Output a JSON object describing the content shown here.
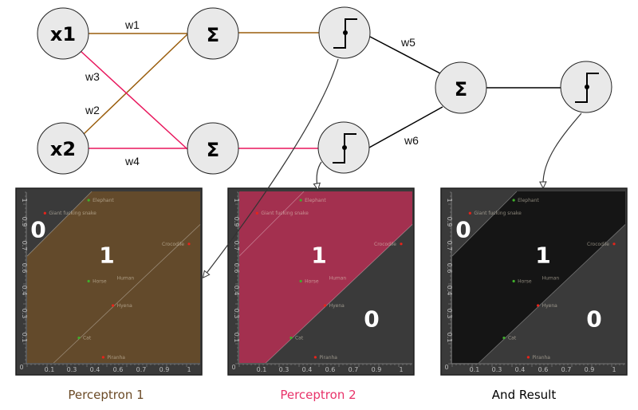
{
  "network": {
    "inputs": [
      "x1",
      "x2"
    ],
    "sum_symbol": "Σ",
    "weights": [
      "w1",
      "w2",
      "w3",
      "w4",
      "w5",
      "w6"
    ],
    "colors": {
      "perceptron1": "#9a5d0c",
      "perceptron2": "#e8175d",
      "output": "#000000"
    }
  },
  "plots": [
    {
      "caption": "Perceptron 1",
      "caption_color": "#6b4a26",
      "region_color": "#634a2b",
      "region": "perceptron1",
      "region_labels": [
        "0",
        "1"
      ]
    },
    {
      "caption": "Perceptron 2",
      "caption_color": "#e8336a",
      "region_color": "#a3304f",
      "region": "perceptron2",
      "region_labels": [
        "1",
        "0"
      ]
    },
    {
      "caption": "And Result",
      "caption_color": "#000000",
      "region_color": "#151515",
      "region": "and",
      "region_labels": [
        "0",
        "1",
        "0"
      ]
    }
  ],
  "chart_data": {
    "type": "scatter",
    "background_color": "#3a3a3a",
    "x_tick_labels": [
      "0",
      "0.1",
      "0.3",
      "0.4",
      "0.6",
      "0.7",
      "0.9",
      "1"
    ],
    "y_tick_labels": [
      "0",
      "0.1",
      "0.3",
      "0.4",
      "0.6",
      "0.7",
      "0.9",
      "1"
    ],
    "decision_lines": {
      "perceptron1": {
        "slope": 1.0,
        "intercept": 0.655
      },
      "perceptron2": {
        "slope": 0.945,
        "intercept": -0.16
      }
    },
    "points": [
      {
        "label": "Elephant",
        "x": 0.38,
        "y": 1.0,
        "class": "green"
      },
      {
        "label": "Giant fucking snake",
        "x": 0.11,
        "y": 0.92,
        "class": "red"
      },
      {
        "label": "Crocodile",
        "x": 1.0,
        "y": 0.73,
        "class": "red",
        "label_side": "left"
      },
      {
        "label": "Horse",
        "x": 0.38,
        "y": 0.5,
        "class": "green"
      },
      {
        "label": "Human",
        "x": 0.53,
        "y": 0.52,
        "class": "none"
      },
      {
        "label": "Hyena",
        "x": 0.53,
        "y": 0.35,
        "class": "red"
      },
      {
        "label": "Cat",
        "x": 0.32,
        "y": 0.15,
        "class": "green"
      },
      {
        "label": "Piranha",
        "x": 0.47,
        "y": 0.03,
        "class": "red"
      }
    ],
    "class_colors": {
      "green": "#3fae2a",
      "red": "#e8231a"
    }
  }
}
